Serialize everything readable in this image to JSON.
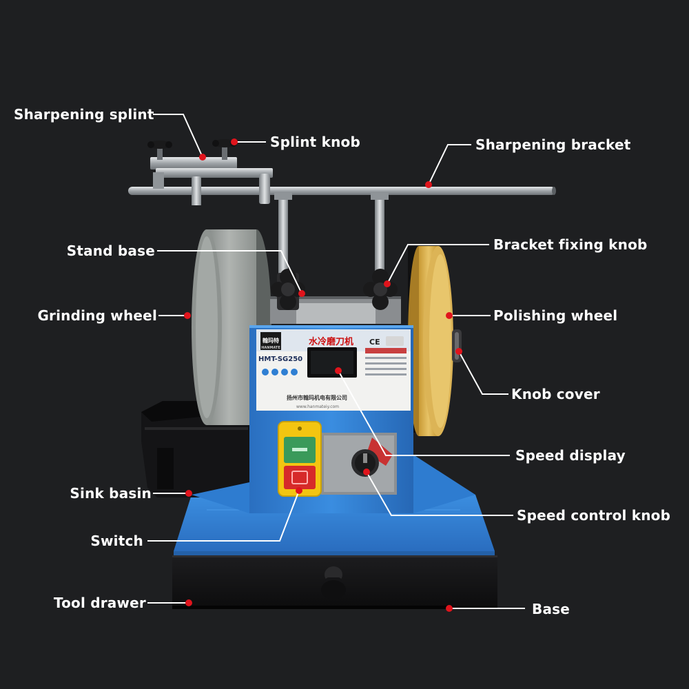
{
  "labels": {
    "sharpening_splint": "Sharpening splint",
    "splint_knob": "Splint knob",
    "sharpening_bracket": "Sharpening bracket",
    "stand_base": "Stand base",
    "bracket_fixing_knob": "Bracket fixing knob",
    "grinding_wheel": "Grinding wheel",
    "polishing_wheel": "Polishing wheel",
    "knob_cover": "Knob cover",
    "speed_display": "Speed display",
    "sink_basin": "Sink basin",
    "speed_control_knob": "Speed control knob",
    "switch": "Switch",
    "tool_drawer": "Tool drawer",
    "base": "Base"
  },
  "machine": {
    "model": "HMT-SG250",
    "title_cn": "水冷磨刀机",
    "ce_mark": "CE",
    "brand_cn": "翰玛特",
    "brand_en": "HANMATE",
    "company_cn": "扬州市翰玛机电有限公司",
    "website": "www.hanmateiy.com"
  },
  "colors": {
    "background": "#1e1f21",
    "label_text": "#ffffff",
    "leader_line": "#ffffff",
    "marker_dot": "#e0141c",
    "housing_blue": "#2f7fd3",
    "grinding_wheel": "#9ea3a0",
    "polishing_wheel": "#e0bb55"
  }
}
